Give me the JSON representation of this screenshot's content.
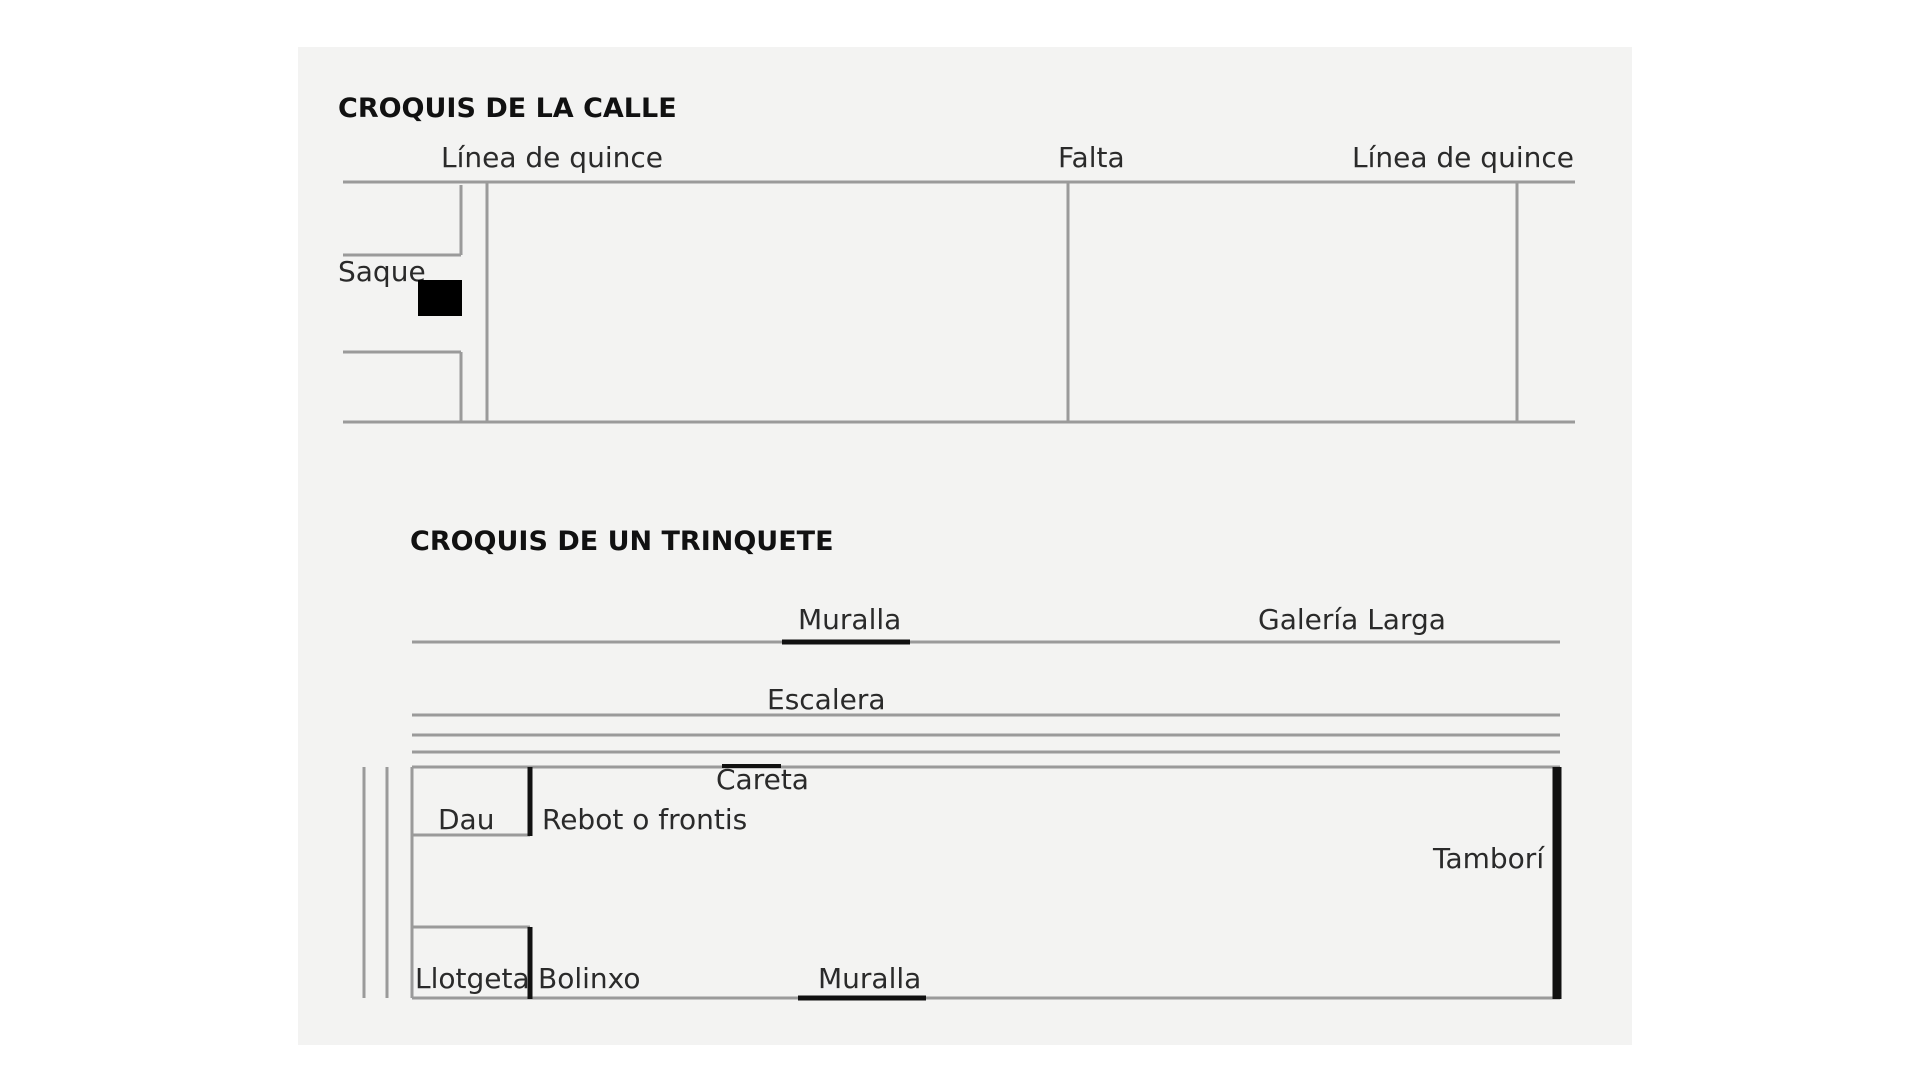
{
  "calle": {
    "title": "CROQUIS DE LA CALLE",
    "linea_quince_left": "Línea de quince",
    "falta": "Falta",
    "linea_quince_right": "Línea de quince",
    "saque": "Saque"
  },
  "trinquete": {
    "title": "CROQUIS DE UN TRINQUETE",
    "muralla_top": "Muralla",
    "galeria_larga": "Galería Larga",
    "escalera": "Escalera",
    "careta": "Careta",
    "dau": "Dau",
    "rebot": "Rebot o frontis",
    "tambori": "Tamborí",
    "llotgeta": "Llotgeta",
    "bolinxo": "Bolinxo",
    "muralla_bottom": "Muralla"
  },
  "colors": {
    "background": "#ffffff",
    "panel": "#f3f3f2",
    "line": "#9a9a9a",
    "ink": "#111111"
  }
}
